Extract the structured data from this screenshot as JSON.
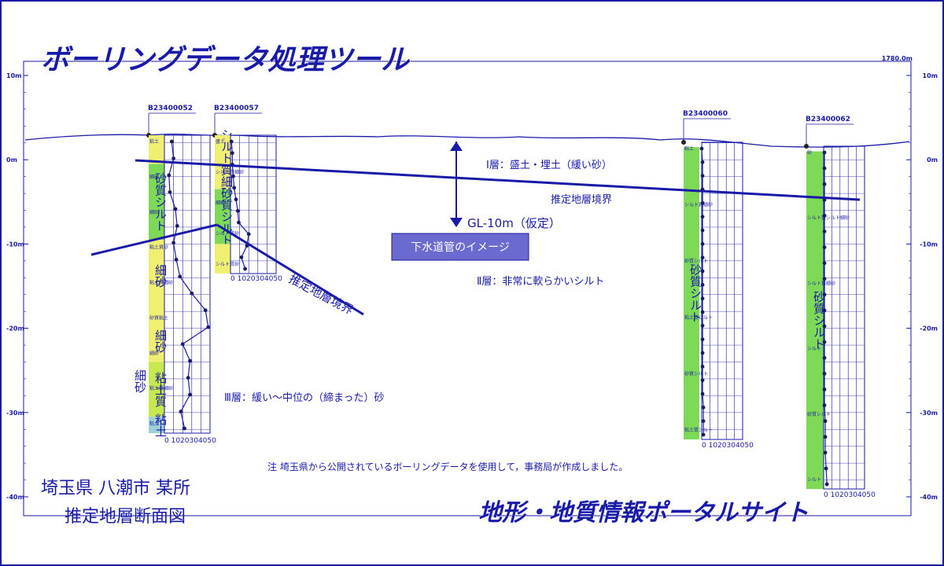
{
  "title": "ボーリングデータ処理ツール",
  "distance_label": "1780.0m",
  "depth_axis": [
    "10m",
    "0m",
    "-10m",
    "-20m",
    "-30m",
    "-40m"
  ],
  "boreholes": [
    {
      "id": "B23400052",
      "layers": [
        {
          "name": "砂質シルト",
          "display": "砂質シルト",
          "color": "#7ed957",
          "from_m": -0.5,
          "to_m": -9.5
        },
        {
          "name": "細砂",
          "display": "細砂",
          "color": "#f0f070",
          "from_m": -9.5,
          "to_m": -18.0
        },
        {
          "name": "細砂",
          "display": "細砂",
          "color": "#f0f070",
          "from_m": -19.0,
          "to_m": -24.0
        },
        {
          "name": "粘土質",
          "display": "粘土質",
          "color": "#c8e850",
          "from_m": -24.0,
          "to_m": -30.5
        },
        {
          "name": "粘土",
          "display": "粘土",
          "color": "#9ed0d8",
          "from_m": -30.5,
          "to_m": -33.0
        }
      ],
      "small_labels": [
        "粘土",
        "細砂",
        "細砂",
        "粘土質砂",
        "粘土質細砂",
        "砂質粘土",
        "細砂",
        "粘土質細砂",
        "粘土"
      ],
      "side_label": "細砂",
      "n_values": [
        8,
        10,
        5,
        6,
        12,
        14,
        10,
        13,
        17,
        30,
        45,
        48,
        20,
        28,
        26,
        28,
        18,
        22
      ],
      "scale_label": "0 1020304050"
    },
    {
      "id": "B23400057",
      "layers": [
        {
          "name": "シルト質細砂",
          "display": "シルト質細砂",
          "color": "#f0f070",
          "from_m": 2.5,
          "to_m": -3.5
        },
        {
          "name": "砂質シルト",
          "display": "砂質シルト",
          "color": "#7ed957",
          "from_m": -3.5,
          "to_m": -10.0
        },
        {
          "name": "シルト質砂",
          "display": "",
          "color": "#f0f070",
          "from_m": -10.0,
          "to_m": -13.5
        }
      ],
      "small_labels": [
        "盛土",
        "シルト質細砂",
        "細砂",
        "シルト質砂",
        "シルト質砂"
      ],
      "n_values": [
        1,
        2,
        2,
        3,
        4,
        6,
        8,
        9,
        20,
        18,
        12,
        16
      ],
      "scale_label": "0 1020304050"
    },
    {
      "id": "B23400060",
      "layers": [
        {
          "name": "砂質シルト",
          "display": "砂質シルト",
          "color": "#7ed957",
          "from_m": 1.5,
          "to_m": -33.5
        }
      ],
      "small_labels": [
        "粘土",
        "シルト質細砂",
        "砂質シルト",
        "粘土質シルト",
        "砂質シルト",
        "粘土質シルト"
      ],
      "n_values": [
        0,
        1,
        1,
        1,
        1,
        1,
        1,
        1,
        1,
        1,
        1,
        1,
        1,
        1,
        1,
        1,
        1,
        1,
        1,
        2,
        2,
        2
      ],
      "scale_label": "0 1020304050"
    },
    {
      "id": "B23400062",
      "layers": [
        {
          "name": "砂質シルト",
          "display": "砂質シルト",
          "color": "#7ed957",
          "from_m": 1.0,
          "to_m": -40.0
        }
      ],
      "small_labels": [
        "砂",
        "シルト質シルト細砂",
        "シルト質細砂",
        "シルト",
        "砂質シルト",
        "シルト"
      ],
      "n_values": [
        1,
        1,
        1,
        1,
        1,
        1,
        1,
        1,
        1,
        1,
        1,
        1,
        1,
        1,
        1,
        1,
        1,
        2,
        2,
        2,
        3,
        4
      ],
      "scale_label": "0 1020304050"
    }
  ],
  "annotations": {
    "layer1": "Ⅰ層：盛土・埋土（緩い砂）",
    "boundary_label": "推定地層境界",
    "gl_label": "GL-10m（仮定）",
    "sewer_label": "下水道管のイメージ",
    "layer2": "Ⅱ層：非常に軟らかいシルト",
    "layer3": "Ⅲ層：緩い〜中位の（締まった）砂",
    "note": "注 埼玉県から公開されているボーリングデータを使用して，事務局が作成しました。"
  },
  "place": {
    "line1": "埼玉県 八潮市 某所",
    "line2": "推定地層断面図"
  },
  "portal": "地形・地質情報ポータルサイト",
  "colors": {
    "frame": "#1a1aa8",
    "sewer_box": "#6a6ad0",
    "clay": "#9ed0d8",
    "silt": "#7ed957",
    "sand": "#f0f070"
  }
}
